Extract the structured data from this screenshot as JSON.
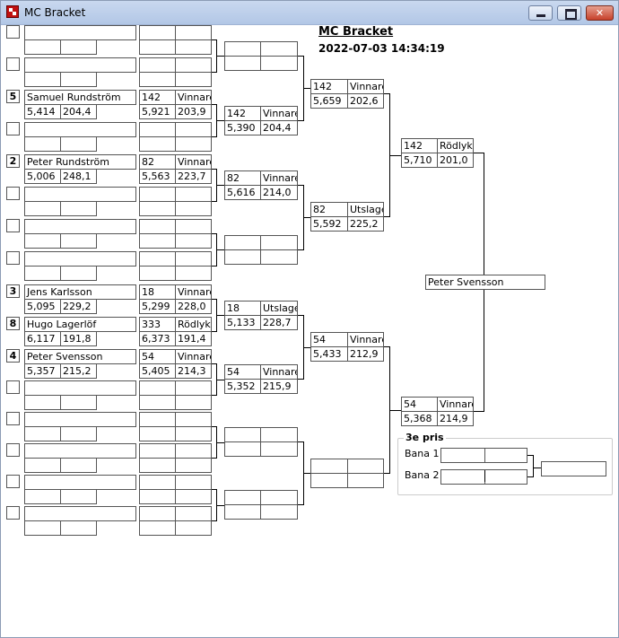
{
  "window": {
    "title": "MC Bracket"
  },
  "header": {
    "title": "MC Bracket",
    "datetime": "2022-07-03 14:34:19"
  },
  "round1": [
    {
      "seed": "",
      "a": "",
      "b": "",
      "c": ""
    },
    {
      "seed": "",
      "a": "",
      "b": "",
      "c": ""
    },
    {
      "seed": "5",
      "a": "Samuel Rundström",
      "b": "5,414",
      "c": "204,4"
    },
    {
      "seed": "",
      "a": "",
      "b": "",
      "c": ""
    },
    {
      "seed": "2",
      "a": "Peter Rundström",
      "b": "5,006",
      "c": "248,1"
    },
    {
      "seed": "",
      "a": "",
      "b": "",
      "c": ""
    },
    {
      "seed": "",
      "a": "",
      "b": "",
      "c": ""
    },
    {
      "seed": "",
      "a": "",
      "b": "",
      "c": ""
    },
    {
      "seed": "3",
      "a": "Jens Karlsson",
      "b": "5,095",
      "c": "229,2"
    },
    {
      "seed": "8",
      "a": "Hugo  Lagerlöf",
      "b": "6,117",
      "c": "191,8"
    },
    {
      "seed": "4",
      "a": "Peter Svensson",
      "b": "5,357",
      "c": "215,2"
    },
    {
      "seed": "",
      "a": "",
      "b": "",
      "c": ""
    },
    {
      "seed": "",
      "a": "",
      "b": "",
      "c": ""
    },
    {
      "seed": "",
      "a": "",
      "b": "",
      "c": ""
    },
    {
      "seed": "",
      "a": "",
      "b": "",
      "c": ""
    },
    {
      "seed": "",
      "a": "",
      "b": "",
      "c": ""
    }
  ],
  "round1b": [
    {
      "a": "",
      "b": "",
      "c": "",
      "d": ""
    },
    {
      "a": "",
      "b": "",
      "c": "",
      "d": ""
    },
    {
      "a": "142",
      "b": "Vinnare",
      "c": "5,921",
      "d": "203,9"
    },
    {
      "a": "",
      "b": "",
      "c": "",
      "d": ""
    },
    {
      "a": "82",
      "b": "Vinnare",
      "c": "5,563",
      "d": "223,7"
    },
    {
      "a": "",
      "b": "",
      "c": "",
      "d": ""
    },
    {
      "a": "",
      "b": "",
      "c": "",
      "d": ""
    },
    {
      "a": "",
      "b": "",
      "c": "",
      "d": ""
    },
    {
      "a": "18",
      "b": "Vinnare",
      "c": "5,299",
      "d": "228,0"
    },
    {
      "a": "333",
      "b": "Rödlyktå",
      "c": "6,373",
      "d": "191,4"
    },
    {
      "a": "54",
      "b": "Vinnare",
      "c": "5,405",
      "d": "214,3"
    },
    {
      "a": "",
      "b": "",
      "c": "",
      "d": ""
    },
    {
      "a": "",
      "b": "",
      "c": "",
      "d": ""
    },
    {
      "a": "",
      "b": "",
      "c": "",
      "d": ""
    },
    {
      "a": "",
      "b": "",
      "c": "",
      "d": ""
    },
    {
      "a": "",
      "b": "",
      "c": "",
      "d": ""
    }
  ],
  "round2": [
    {
      "a": "",
      "b": "",
      "c": "",
      "d": ""
    },
    {
      "a": "142",
      "b": "Vinnare",
      "c": "5,390",
      "d": "204,4"
    },
    {
      "a": "82",
      "b": "Vinnare",
      "c": "5,616",
      "d": "214,0"
    },
    {
      "a": "",
      "b": "",
      "c": "",
      "d": ""
    },
    {
      "a": "18",
      "b": "Utslager",
      "c": "5,133",
      "d": "228,7"
    },
    {
      "a": "54",
      "b": "Vinnare",
      "c": "5,352",
      "d": "215,9"
    },
    {
      "a": "",
      "b": "",
      "c": "",
      "d": ""
    },
    {
      "a": "",
      "b": "",
      "c": "",
      "d": ""
    }
  ],
  "round3": [
    {
      "a": "142",
      "b": "Vinnare",
      "c": "5,659",
      "d": "202,6"
    },
    {
      "a": "82",
      "b": "Utslager",
      "c": "5,592",
      "d": "225,2"
    },
    {
      "a": "54",
      "b": "Vinnare",
      "c": "5,433",
      "d": "212,9"
    },
    {
      "a": "",
      "b": "",
      "c": "",
      "d": ""
    }
  ],
  "round4": [
    {
      "a": "142",
      "b": "Rödlyktå",
      "c": "5,710",
      "d": "201,0"
    },
    {
      "a": "54",
      "b": "Vinnare",
      "c": "5,368",
      "d": "214,9"
    }
  ],
  "winner": "Peter Svensson",
  "third_prize": {
    "label": "3e pris",
    "lane1_label": "Bana 1",
    "lane2_label": "Bana 2",
    "lane1_a": "",
    "lane1_b": "",
    "lane2_a": "",
    "lane2_b": "",
    "result": ""
  }
}
